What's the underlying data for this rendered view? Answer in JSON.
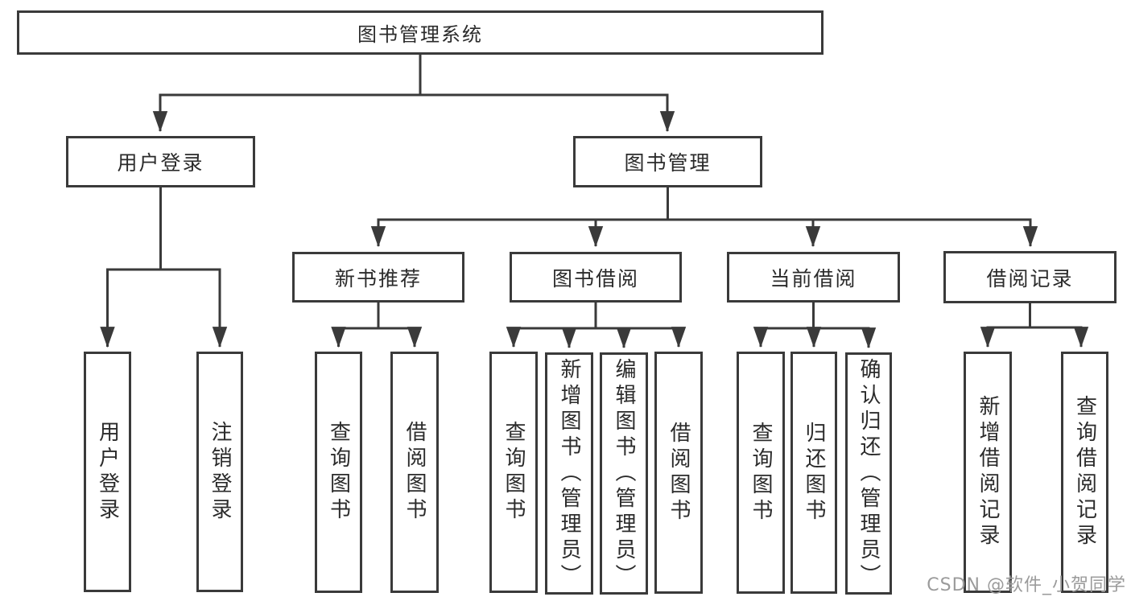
{
  "tree": {
    "label": "图书管理系统",
    "children": [
      {
        "label": "用户登录",
        "leaves": [
          "用户登录",
          "注销登录"
        ]
      },
      {
        "label": "图书管理",
        "children": [
          {
            "label": "新书推荐",
            "leaves": [
              "查询图书",
              "借阅图书"
            ]
          },
          {
            "label": "图书借阅",
            "leaves": [
              "查询图书",
              "新增图书（管理员）",
              "编辑图书（管理员）",
              "借阅图书"
            ]
          },
          {
            "label": "当前借阅",
            "leaves": [
              "查询图书",
              "归还图书",
              "确认归还（管理员）"
            ]
          },
          {
            "label": "借阅记录",
            "leaves": [
              "新增借阅记录",
              "查询借阅记录"
            ]
          }
        ]
      }
    ]
  },
  "watermark": "CSDN @软件_小贺同学",
  "colors": {
    "line": "#3a3a3a",
    "box_border": "#3a3a3a",
    "text": "#2b2b2b",
    "watermark": "#9b9b9b",
    "background": "#ffffff"
  }
}
